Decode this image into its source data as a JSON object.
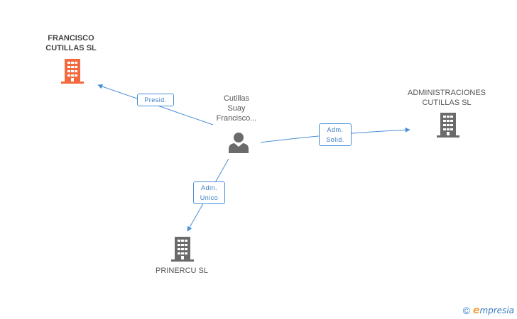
{
  "nodes": {
    "francisco": {
      "line1": "FRANCISCO",
      "line2": "CUTILLAS SL",
      "icon": "building-icon",
      "color": "#f26a3d"
    },
    "administraciones": {
      "line1": "ADMINISTRACIONES",
      "line2": "CUTILLAS SL",
      "icon": "building-icon",
      "color": "#6b6b6b"
    },
    "prinercu": {
      "line1": "PRINERCU SL",
      "icon": "building-icon",
      "color": "#6b6b6b"
    },
    "person": {
      "line1": "Cutillas",
      "line2": "Suay",
      "line3": "Francisco...",
      "icon": "person-icon",
      "color": "#6b6b6b"
    }
  },
  "edges": {
    "presid": {
      "label": "Presid."
    },
    "adm_solid": {
      "line1": "Adm.",
      "line2": "Solid."
    },
    "adm_unico": {
      "line1": "Adm.",
      "line2": "Unico"
    }
  },
  "colors": {
    "edge": "#4a8fd6",
    "highlight_node": "#f26a3d",
    "node": "#6b6b6b"
  },
  "footer": {
    "copyright": "©",
    "brand_initial": "e",
    "brand_rest": "mpresia"
  }
}
